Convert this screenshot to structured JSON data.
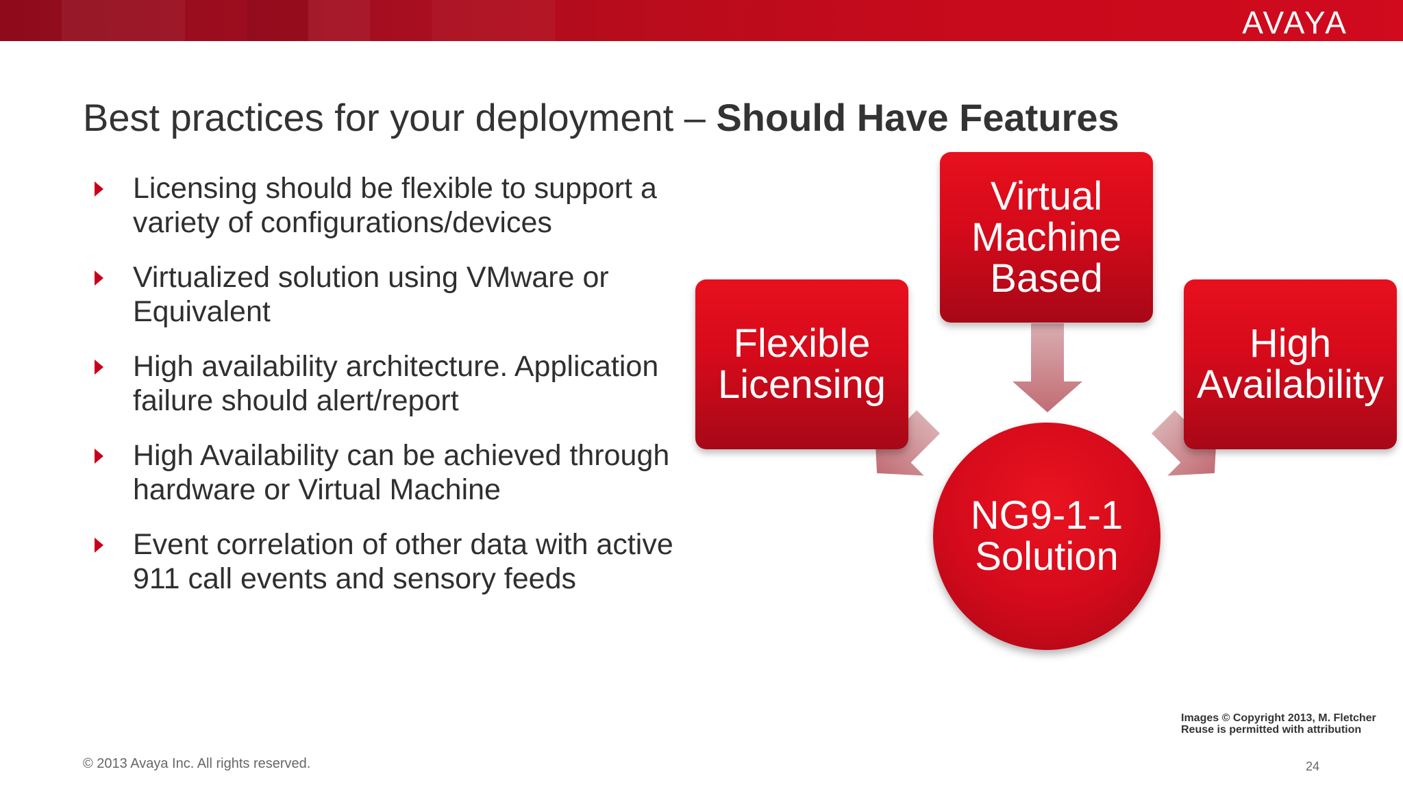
{
  "header": {
    "logo_text": "AVAYA",
    "bar_color": "#b30d1f"
  },
  "slide": {
    "title_regular": "Best practices for your deployment – ",
    "title_bold": "Should Have Features",
    "bullets": [
      {
        "text": "Licensing should be flexible to support a variety of configurations/devices"
      },
      {
        "text": "Virtualized solution using VMware or Equivalent"
      },
      {
        "text": "High availability architecture. Application failure should alert/report"
      },
      {
        "text": "High Availability can be achieved through hardware or Virtual Machine"
      },
      {
        "text": "Event correlation of other data with active 911 call events and sensory feeds"
      }
    ]
  },
  "diagram": {
    "flexible": "Flexible Licensing",
    "virtual": "Virtual Machine Based",
    "high": "High Availability",
    "center": "NG9-1-1 Solution",
    "accent_color": "#d50a1a",
    "arrow_color": "#c9787f"
  },
  "footer": {
    "copyright": "© 2013 Avaya Inc. All rights reserved.",
    "page_number": "24",
    "credit_line1": "Images © Copyright 2013, M. Fletcher",
    "credit_line2": "Reuse is permitted with attribution"
  }
}
